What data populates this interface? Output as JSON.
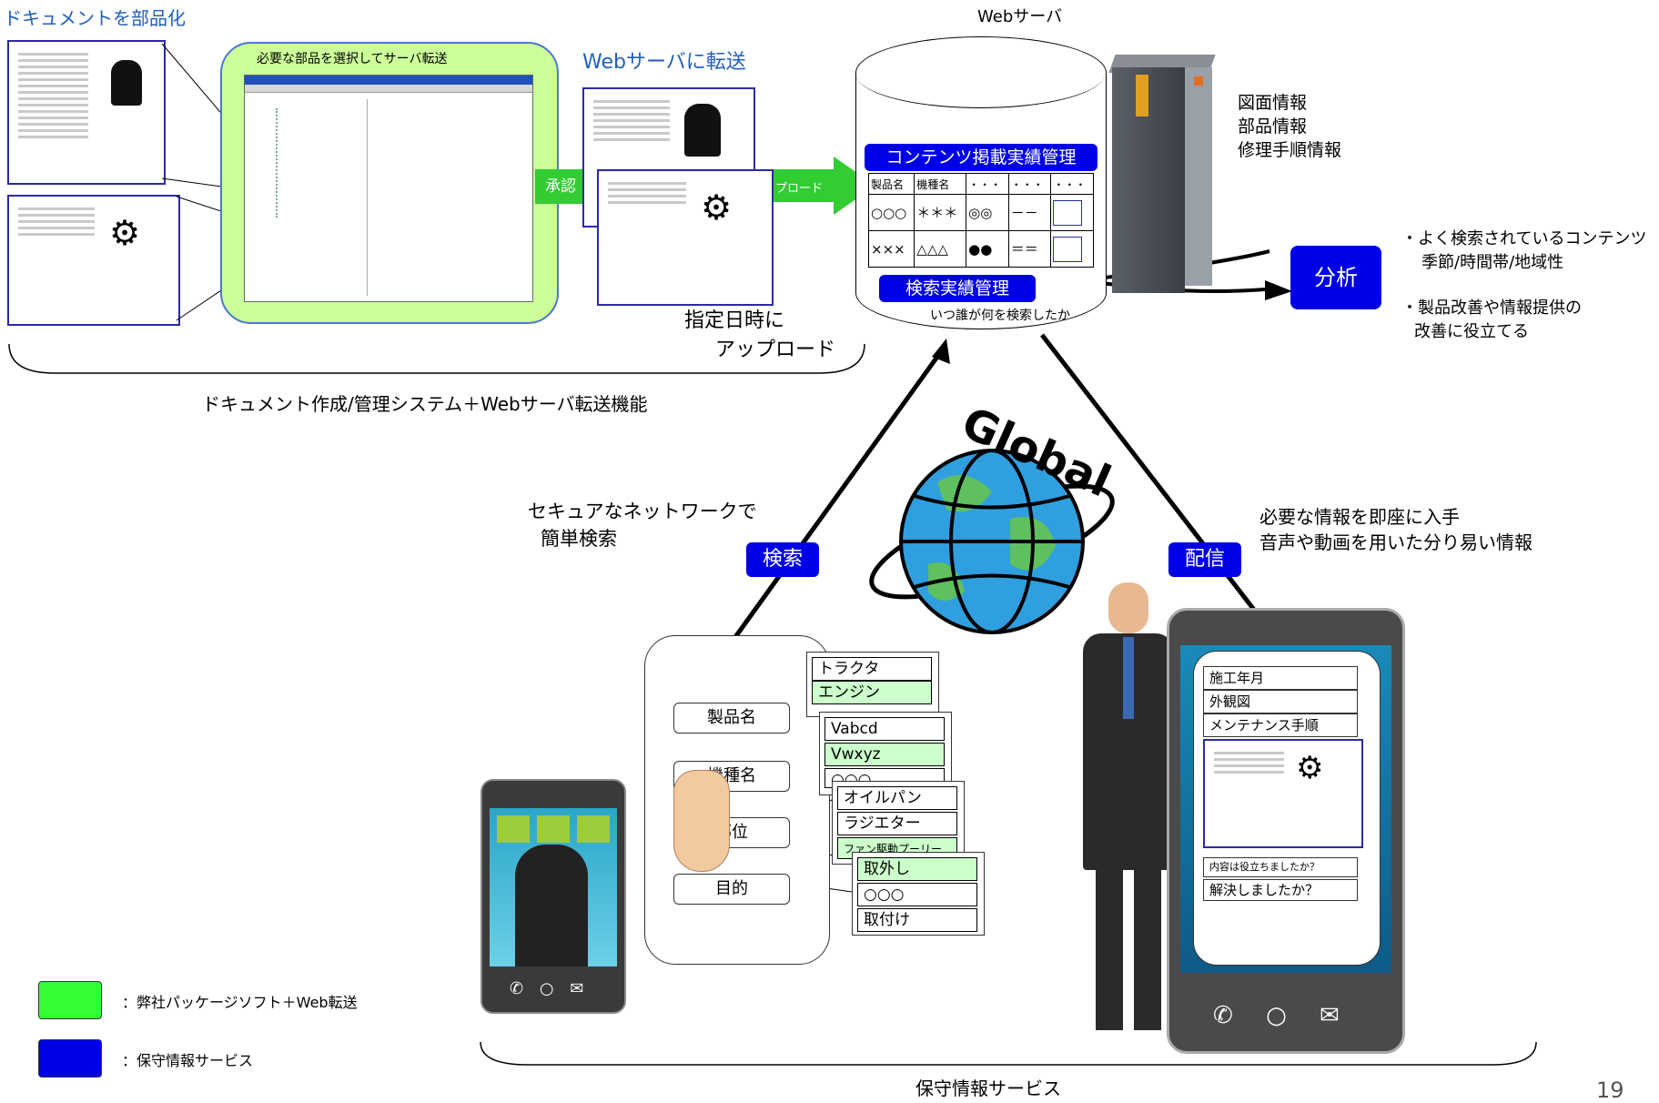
{
  "top_left": {
    "heading": "ドキュメントを部品化",
    "select_panel_label": "必要な部品を選択してサーバ転送",
    "approve_label": "承認",
    "upload_label": "アップロード",
    "transfer_heading": "Webサーバに転送",
    "scheduled_upload_line1": "指定日時に",
    "scheduled_upload_line2": "アップロード",
    "system_caption": "ドキュメント作成/管理システム＋Webサーバ転送機能"
  },
  "server": {
    "title": "Webサーバ",
    "content_mgmt_label": "コンテンツ掲載実績管理",
    "table_headers": [
      "製品名",
      "機種名",
      "・・・",
      "・・・",
      "・・・"
    ],
    "table_rows": [
      [
        "○○○",
        "＊＊＊",
        "◎◎",
        "－－"
      ],
      [
        "×××",
        "△△△",
        "●●",
        "＝＝"
      ]
    ],
    "search_mgmt_label": "検索実績管理",
    "search_mgmt_note": "いつ誰が何を検索したか",
    "info_items": [
      "図面情報",
      "部品情報",
      "修理手順情報"
    ]
  },
  "analysis": {
    "label": "分析",
    "note1_line1": "・よく検索されているコンテンツ",
    "note1_line2": "季節/時間帯/地域性",
    "note2_line1": "・製品改善や情報提供の",
    "note2_line2": "改善に役立てる"
  },
  "network": {
    "globe_label": "Global",
    "search_label": "検索",
    "deliver_label": "配信",
    "search_note_line1": "セキュアなネットワークで",
    "search_note_line2": "簡単検索",
    "deliver_note_line1": "必要な情報を即座に入手",
    "deliver_note_line2": "音声や動画を用いた分り易い情報"
  },
  "search_form": {
    "labels": [
      "製品名",
      "機種名",
      "部位",
      "目的"
    ],
    "product_options": [
      "トラクタ",
      "エンジン"
    ],
    "model_options": [
      "Vabcd",
      "Vwxyz",
      "○○○"
    ],
    "part_options": [
      "オイルパン",
      "ラジエター",
      "ファン駆動プーリー"
    ],
    "purpose_options": [
      "取外し",
      "○○○",
      "取付け"
    ]
  },
  "phone_right": {
    "fields": [
      "施工年月",
      "外観図",
      "メンテナンス手順"
    ],
    "question1": "内容は役立ちましたか？",
    "question2": "解決しましたか？"
  },
  "legend": [
    {
      "color": "#33ff33",
      "label": "：弊社パッケージソフト＋Web転送"
    },
    {
      "color": "#0000e6",
      "label": "：保守情報サービス"
    }
  ],
  "bottom_caption": "保守情報サービス",
  "page_number": "19",
  "colors": {
    "accent_blue": "#0000e6",
    "accent_green": "#33cc33",
    "panel_green": "#ccff99"
  }
}
